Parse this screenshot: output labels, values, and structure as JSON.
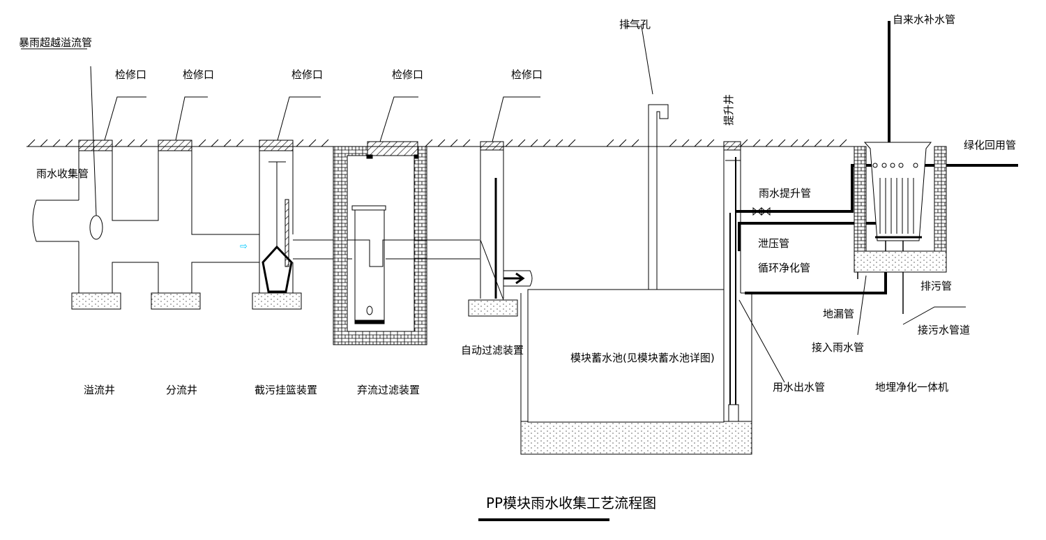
{
  "diagram": {
    "title": "PP模块雨水收集工艺流程图",
    "labels": {
      "storm_overflow_pipe": "暴雨超越溢流管",
      "inspection_port_1": "检修口",
      "inspection_port_2": "检修口",
      "inspection_port_3": "检修口",
      "inspection_port_4": "检修口",
      "inspection_port_5": "检修口",
      "vent_hole": "排气孔",
      "lift_well": "提升井",
      "tap_water_makeup": "自来水补水管",
      "green_reuse_pipe": "绿化回用管",
      "rain_collect_pipe": "雨水收集管",
      "rain_lift_pipe": "雨水提升管",
      "pressure_relief_pipe": "泄压管",
      "circulation_pipe": "循环净化管",
      "sewage_pipe": "排污管",
      "sewer_connect": "接污水管道",
      "floor_drain": "地漏管",
      "to_rain_pipe": "接入雨水管",
      "auto_filter": "自动过滤装置",
      "module_tank": "模块蓄水池(见模块蓄水池详图)",
      "water_out_pipe": "用水出水管",
      "overflow_well": "溢流井",
      "diversion_well": "分流井",
      "basket_device": "截污挂篮装置",
      "initial_filter": "弃流过滤装置",
      "underground_unit": "地埋净化一体机"
    },
    "colors": {
      "line": "#000000",
      "arrow_accent": "#00c8ff"
    }
  }
}
